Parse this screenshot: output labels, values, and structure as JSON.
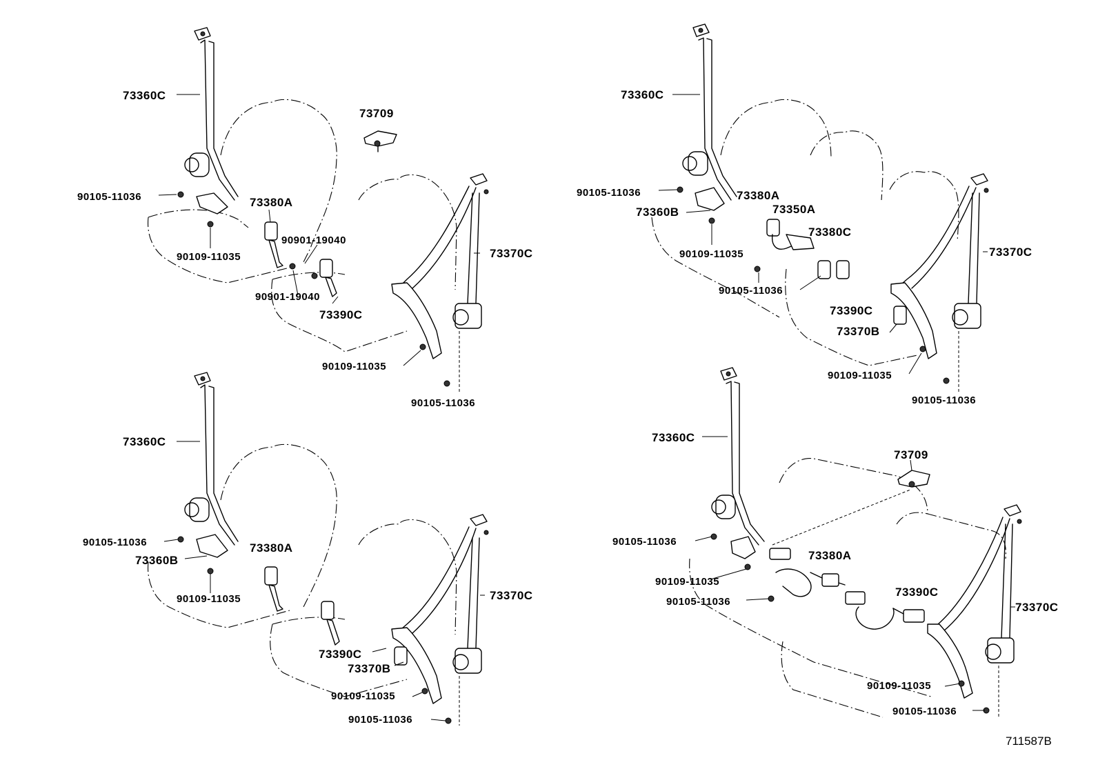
{
  "figure_code": "711587B",
  "panels": [
    {
      "id": "top-left",
      "labels": [
        "73360C",
        "73709",
        "90105-11036",
        "73380A",
        "90901-19040",
        "90109-11035",
        "73370C",
        "90901-19040",
        "73390C",
        "90109-11035",
        "90105-11036"
      ]
    },
    {
      "id": "top-right",
      "labels": [
        "73360C",
        "90105-11036",
        "73380A",
        "73360B",
        "73350A",
        "73380C",
        "90109-11035",
        "73370C",
        "90105-11036",
        "73390C",
        "73370B",
        "90109-11035",
        "90105-11036"
      ]
    },
    {
      "id": "bottom-left",
      "labels": [
        "73360C",
        "90105-11036",
        "73380A",
        "73360B",
        "90109-11035",
        "73370C",
        "73390C",
        "73370B",
        "90109-11035",
        "90105-11036"
      ]
    },
    {
      "id": "bottom-right",
      "labels": [
        "73360C",
        "73709",
        "73380A",
        "90105-11036",
        "90109-11035",
        "90105-11036",
        "73390C",
        "73370C",
        "90109-11035",
        "90105-11036"
      ]
    }
  ]
}
